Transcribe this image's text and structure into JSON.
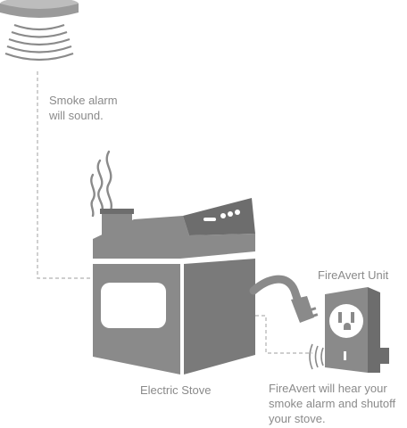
{
  "labels": {
    "smoke_alarm": "Smoke alarm\nwill sound.",
    "fireavert_unit": "FireAvert Unit",
    "electric_stove": "Electric Stove",
    "fireavert_description": "FireAvert will hear your\nsmoke alarm and shutoff\nyour stove."
  },
  "icons": {
    "smoke_alarm": "smoke-alarm-icon",
    "stove": "electric-stove-icon",
    "plug": "power-plug-icon",
    "outlet_unit": "fireavert-outlet-icon",
    "steam": "steam-icon"
  },
  "colors": {
    "graphic": "#8a8a8a",
    "graphic_dark": "#6d6d6d",
    "graphic_light": "#a8a8a8",
    "text": "#8a8a8a",
    "dashed_line": "#b0b0b0",
    "background": "#ffffff"
  }
}
